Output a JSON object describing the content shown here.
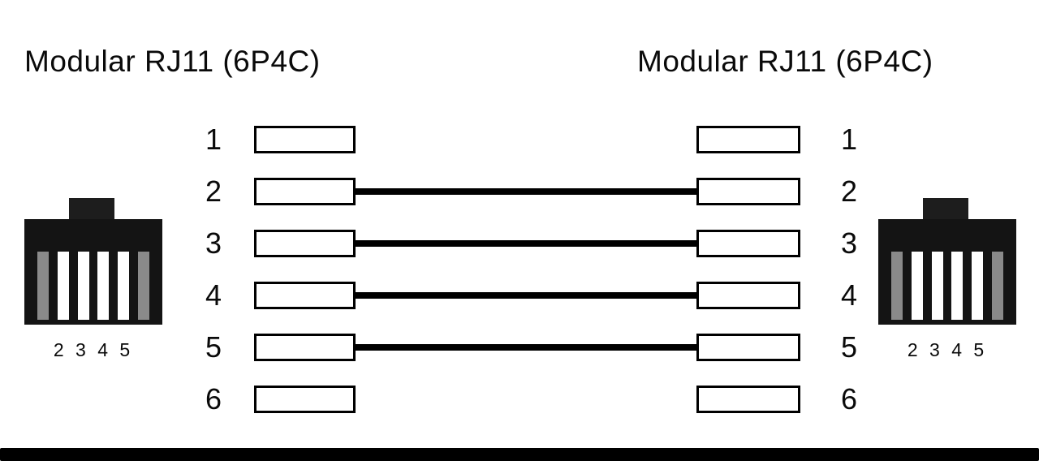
{
  "diagram": {
    "left": {
      "title": "Modular RJ11 (6P4C)",
      "jack_label": "2 3 4 5"
    },
    "right": {
      "title": "Modular RJ11 (6P4C)",
      "jack_label": "2 3 4 5"
    },
    "pins": [
      "1",
      "2",
      "3",
      "4",
      "5",
      "6"
    ],
    "connections": [
      2,
      3,
      4,
      5
    ],
    "contact_pattern": [
      "contact_unused",
      "contact_used",
      "contact_used",
      "contact_used",
      "contact_used",
      "contact_unused"
    ],
    "colors": {
      "wire": "#000000",
      "pin_box_border": "#000000",
      "pin_box_fill": "#ffffff",
      "jack_body": "#141414",
      "jack_tab": "#1d1d1d",
      "contact_unused": "#8a8a8a",
      "contact_used": "#ffffff"
    }
  }
}
